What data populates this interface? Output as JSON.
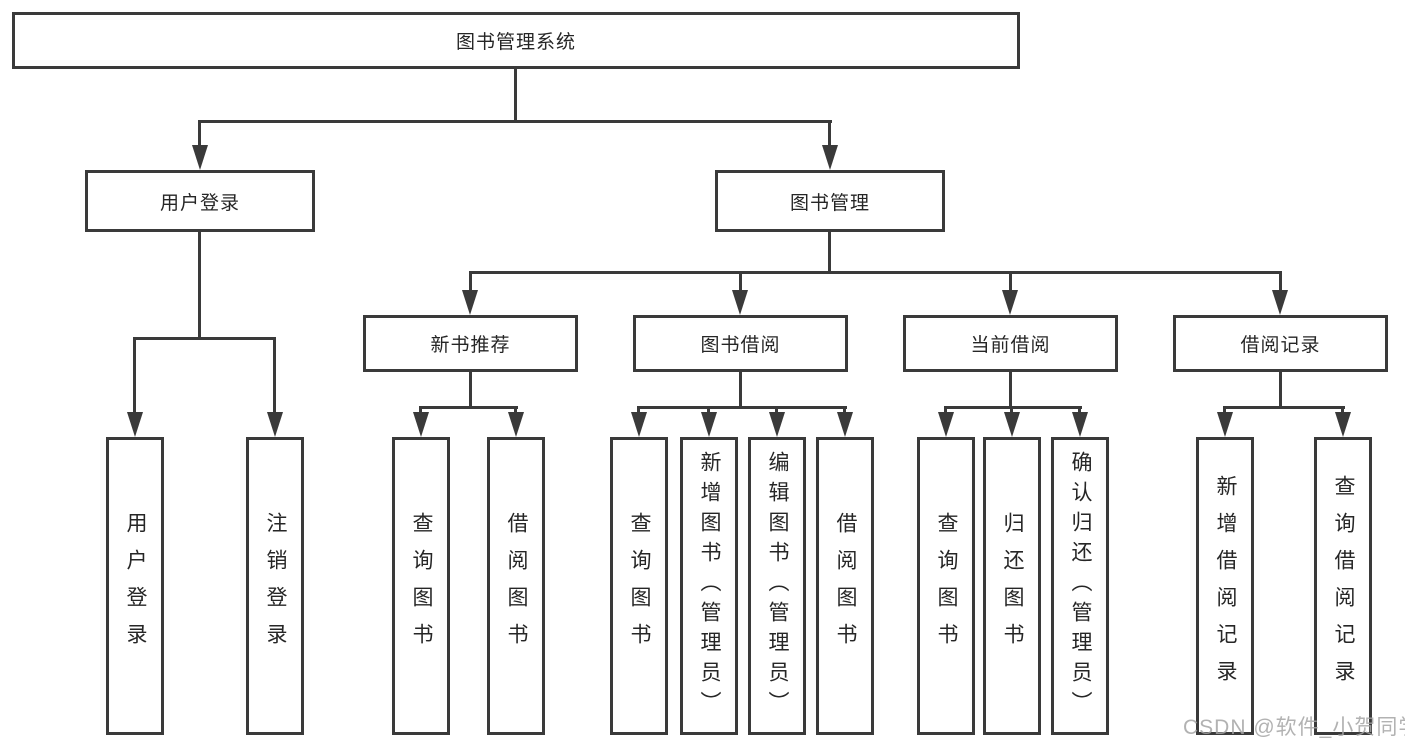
{
  "title": {
    "label": "图书管理系统"
  },
  "level2": [
    {
      "label": "用户登录"
    },
    {
      "label": "图书管理"
    }
  ],
  "level3": [
    {
      "label": "新书推荐"
    },
    {
      "label": "图书借阅"
    },
    {
      "label": "当前借阅"
    },
    {
      "label": "借阅记录"
    }
  ],
  "leaves": {
    "user_login": [
      {
        "label": "用户登录"
      },
      {
        "label": "注销登录"
      }
    ],
    "new_book": [
      {
        "label": "查询图书"
      },
      {
        "label": "借阅图书"
      }
    ],
    "book_borrow": [
      {
        "label": "查询图书"
      },
      {
        "label": "新增图书（管理员）"
      },
      {
        "label": "编辑图书（管理员）"
      },
      {
        "label": "借阅图书"
      }
    ],
    "current_borrow": [
      {
        "label": "查询图书"
      },
      {
        "label": "归还图书"
      },
      {
        "label": "确认归还（管理员）"
      }
    ],
    "borrow_record": [
      {
        "label": "新增借阅记录"
      },
      {
        "label": "查询借阅记录"
      }
    ]
  },
  "watermark": {
    "text": "CSDN @软件_小贺同学"
  },
  "colors": {
    "line": "#3a3a3a",
    "box_background": "#ffffff",
    "watermark": "#a4a4a4"
  }
}
